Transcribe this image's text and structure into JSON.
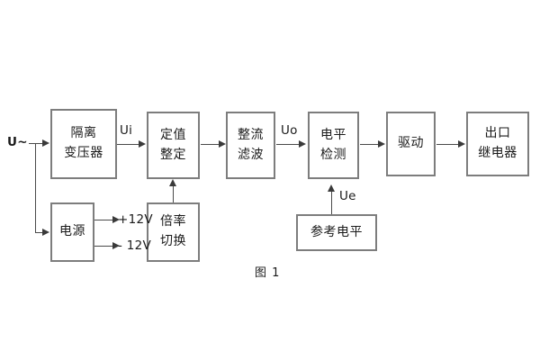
{
  "diagram": {
    "caption": "图 1",
    "blocks": [
      {
        "id": "isolation-transformer",
        "lines": [
          "隔离",
          "变压器"
        ]
      },
      {
        "id": "power-supply",
        "lines": [
          "电源"
        ]
      },
      {
        "id": "setpoint-adjust",
        "lines": [
          "定值",
          "整定"
        ]
      },
      {
        "id": "multiplier-switch",
        "lines": [
          "倍率",
          "切换"
        ]
      },
      {
        "id": "rectify-filter",
        "lines": [
          "整流",
          "滤波"
        ]
      },
      {
        "id": "level-detect",
        "lines": [
          "电平",
          "检测"
        ]
      },
      {
        "id": "reference-level",
        "lines": [
          "参考电平"
        ]
      },
      {
        "id": "drive",
        "lines": [
          "驱动"
        ]
      },
      {
        "id": "output-relay",
        "lines": [
          "出口",
          "继电器"
        ]
      }
    ],
    "labels": {
      "input_source": "U~",
      "ui": "Ui",
      "uo": "Uo",
      "ue": "Ue",
      "supply_positive": "+12V",
      "supply_negative": "- 12V"
    },
    "colors": {
      "block_border": "#7d7d7d",
      "connector": "#4a4a4a",
      "text": "#1a1a1a",
      "background": "#ffffff"
    }
  }
}
